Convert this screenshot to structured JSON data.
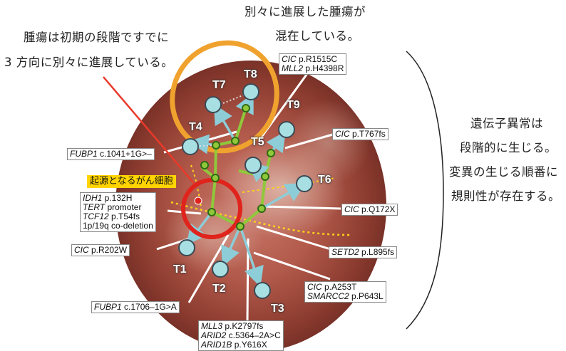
{
  "header_left": {
    "line1": "腫瘍は初期の段階ですでに",
    "line2": "3 方向に別々に進展している。"
  },
  "header_top": {
    "line1": "別々に進展した腫瘍が",
    "line2": "混在している。"
  },
  "right_note": {
    "line1": "遺伝子異常は",
    "line2": "段階的に生じる。",
    "line3": "変異の生じる順番に",
    "line4": "規則性が存在する。"
  },
  "origin_label": "起源となるがん細胞",
  "tumors": [
    "T1",
    "T2",
    "T3",
    "T4",
    "T5",
    "T6",
    "T7",
    "T8",
    "T9"
  ],
  "mutations": {
    "m1": {
      "gene": "CIC",
      "change": " p.R1515C"
    },
    "m2": {
      "gene": "MLL2",
      "change": " p.H4398R"
    },
    "m3": {
      "gene": "CIC",
      "change": " p.T767fs"
    },
    "m4": {
      "gene": "FUBP1",
      "change": " c.1041+1G>–"
    },
    "m5": {
      "gene": "IDH1",
      "change": " p.132H"
    },
    "m6": {
      "gene": "TERT",
      "change": " promoter"
    },
    "m7": {
      "gene": "TCF12",
      "change": " p.T54fs"
    },
    "m8": {
      "text": "1p/19q co-deletion"
    },
    "m9": {
      "gene": "CIC",
      "change": " p.Q172X"
    },
    "m10": {
      "gene": "CIC",
      "change": " p.R202W"
    },
    "m11": {
      "gene": "SETD2",
      "change": " p.L895fs"
    },
    "m12": {
      "gene": "CIC",
      "change": " p.A253T"
    },
    "m13": {
      "gene": "SMARCC2",
      "change": " p.P643L"
    },
    "m14": {
      "gene": "FUBP1",
      "change": " c.1706–1G>A"
    },
    "m15": {
      "gene": "MLL3",
      "change": " p.K2797fs"
    },
    "m16": {
      "gene": "ARID2",
      "change": " c.5364–2A>C"
    },
    "m17": {
      "gene": "ARID1B",
      "change": " p.Y616X"
    }
  },
  "colors": {
    "tumor_node": "#a8dfe3",
    "branch_green": "#8fc83a",
    "node_dark": "#2f6b14",
    "arrow_blue": "#8ccdd8",
    "origin_circle": "#e0231c",
    "early_pointer": "#e83a2a",
    "group_circle": "#f0a22e",
    "boundary_dots": "#ffd21a",
    "brain_tissue": "#b85a4a"
  }
}
